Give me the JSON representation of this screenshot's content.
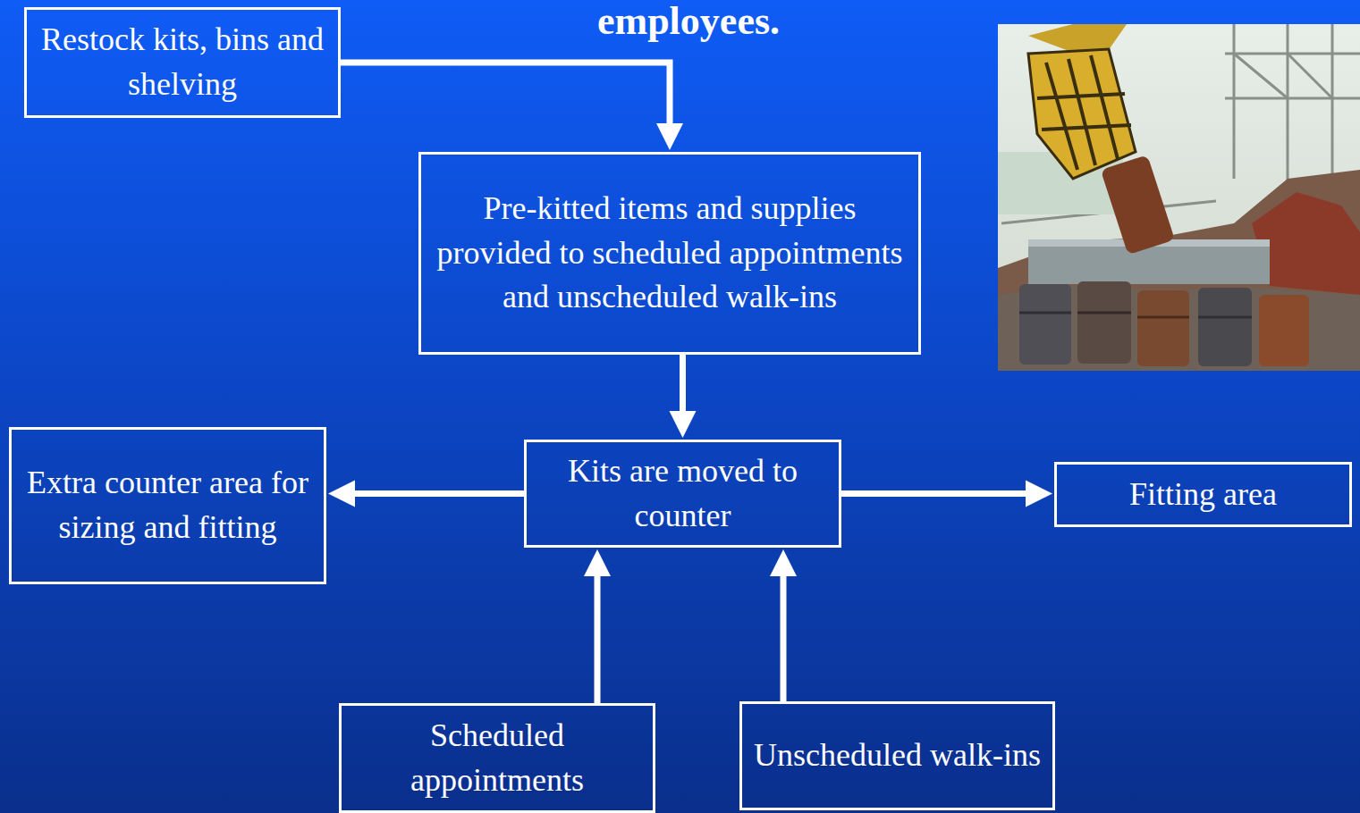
{
  "diagram": {
    "title": "employees.",
    "nodes": [
      {
        "text": [
          "Restock kits, bins and shelving"
        ]
      },
      {
        "text": [
          "Pre-kitted items and supplies provided to scheduled appointments and unscheduled walk-ins"
        ]
      },
      {
        "text": [
          "Kits are moved to counter"
        ]
      },
      {
        "text": [
          "Extra counter area for sizing and fitting"
        ]
      },
      {
        "text": [
          "Fitting area"
        ]
      },
      {
        "text": [
          "Scheduled appointments"
        ]
      },
      {
        "text": [
          "Unscheduled walk-ins"
        ]
      }
    ],
    "edges": [
      {
        "from": 0,
        "to": 1,
        "arrow": "to"
      },
      {
        "from": 1,
        "to": 2,
        "arrow": "to"
      },
      {
        "from": 2,
        "to": 3,
        "arrow": "to"
      },
      {
        "from": 2,
        "to": 4,
        "arrow": "to"
      },
      {
        "from": 5,
        "to": 2,
        "arrow": "to"
      },
      {
        "from": 6,
        "to": 2,
        "arrow": "to"
      }
    ]
  }
}
